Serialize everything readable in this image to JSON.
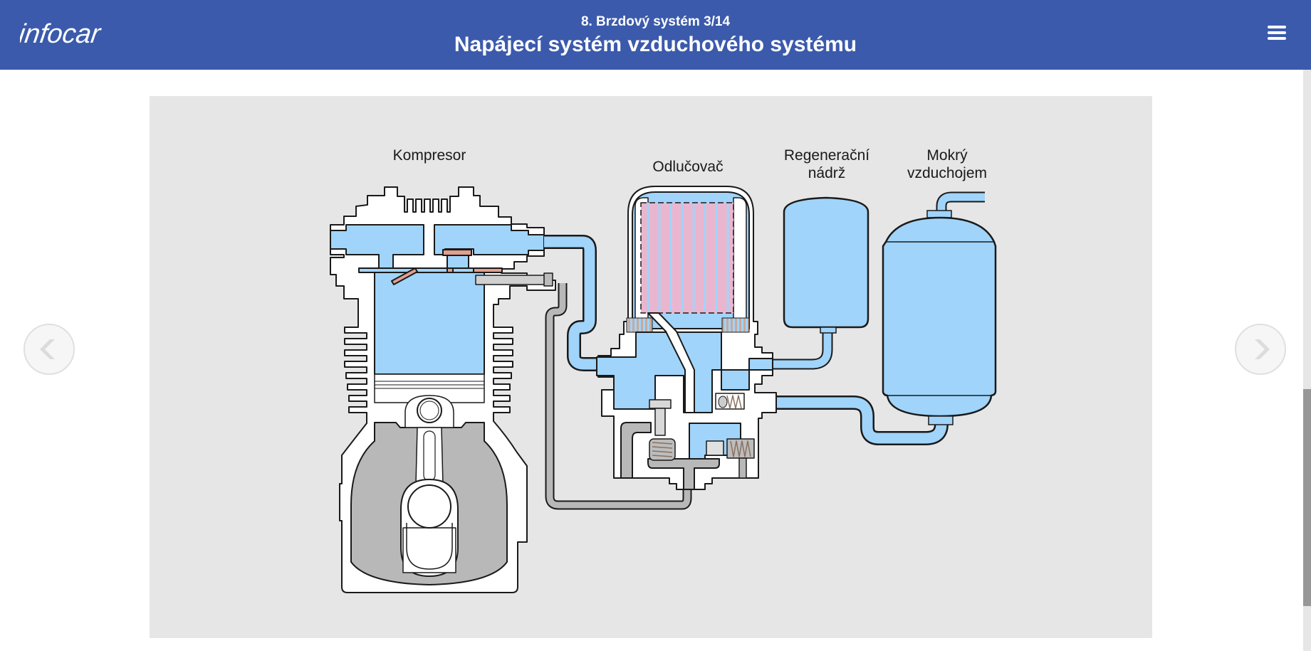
{
  "header": {
    "logo_text": "infocar",
    "subtitle": "8. Brzdový systém 3/14",
    "title": "Napájecí systém vzduchového systému",
    "menu_icon": "hamburger-menu-icon"
  },
  "navigation": {
    "prev_icon": "chevron-left-icon",
    "next_icon": "chevron-right-icon",
    "prev_glyph": "‹",
    "next_glyph": "›"
  },
  "diagram": {
    "labels": {
      "compressor": "Kompresor",
      "separator": "Odlučovač",
      "regen_tank_line1": "Regenerační",
      "regen_tank_line2": "nádrž",
      "wet_tank_line1": "Mokrý",
      "wet_tank_line2": "vzduchojem"
    },
    "colors": {
      "air": "#a0d4fa",
      "oil": "#b8b8b8",
      "filter": "#eab6cf",
      "valve": "#e0a090",
      "housing": "#ffffff",
      "outline": "#1a1a1a",
      "panel_bg": "#e6e6e6",
      "header_bg": "#3b5aab"
    }
  },
  "scrollbar": {
    "position_fraction": 0.55
  }
}
